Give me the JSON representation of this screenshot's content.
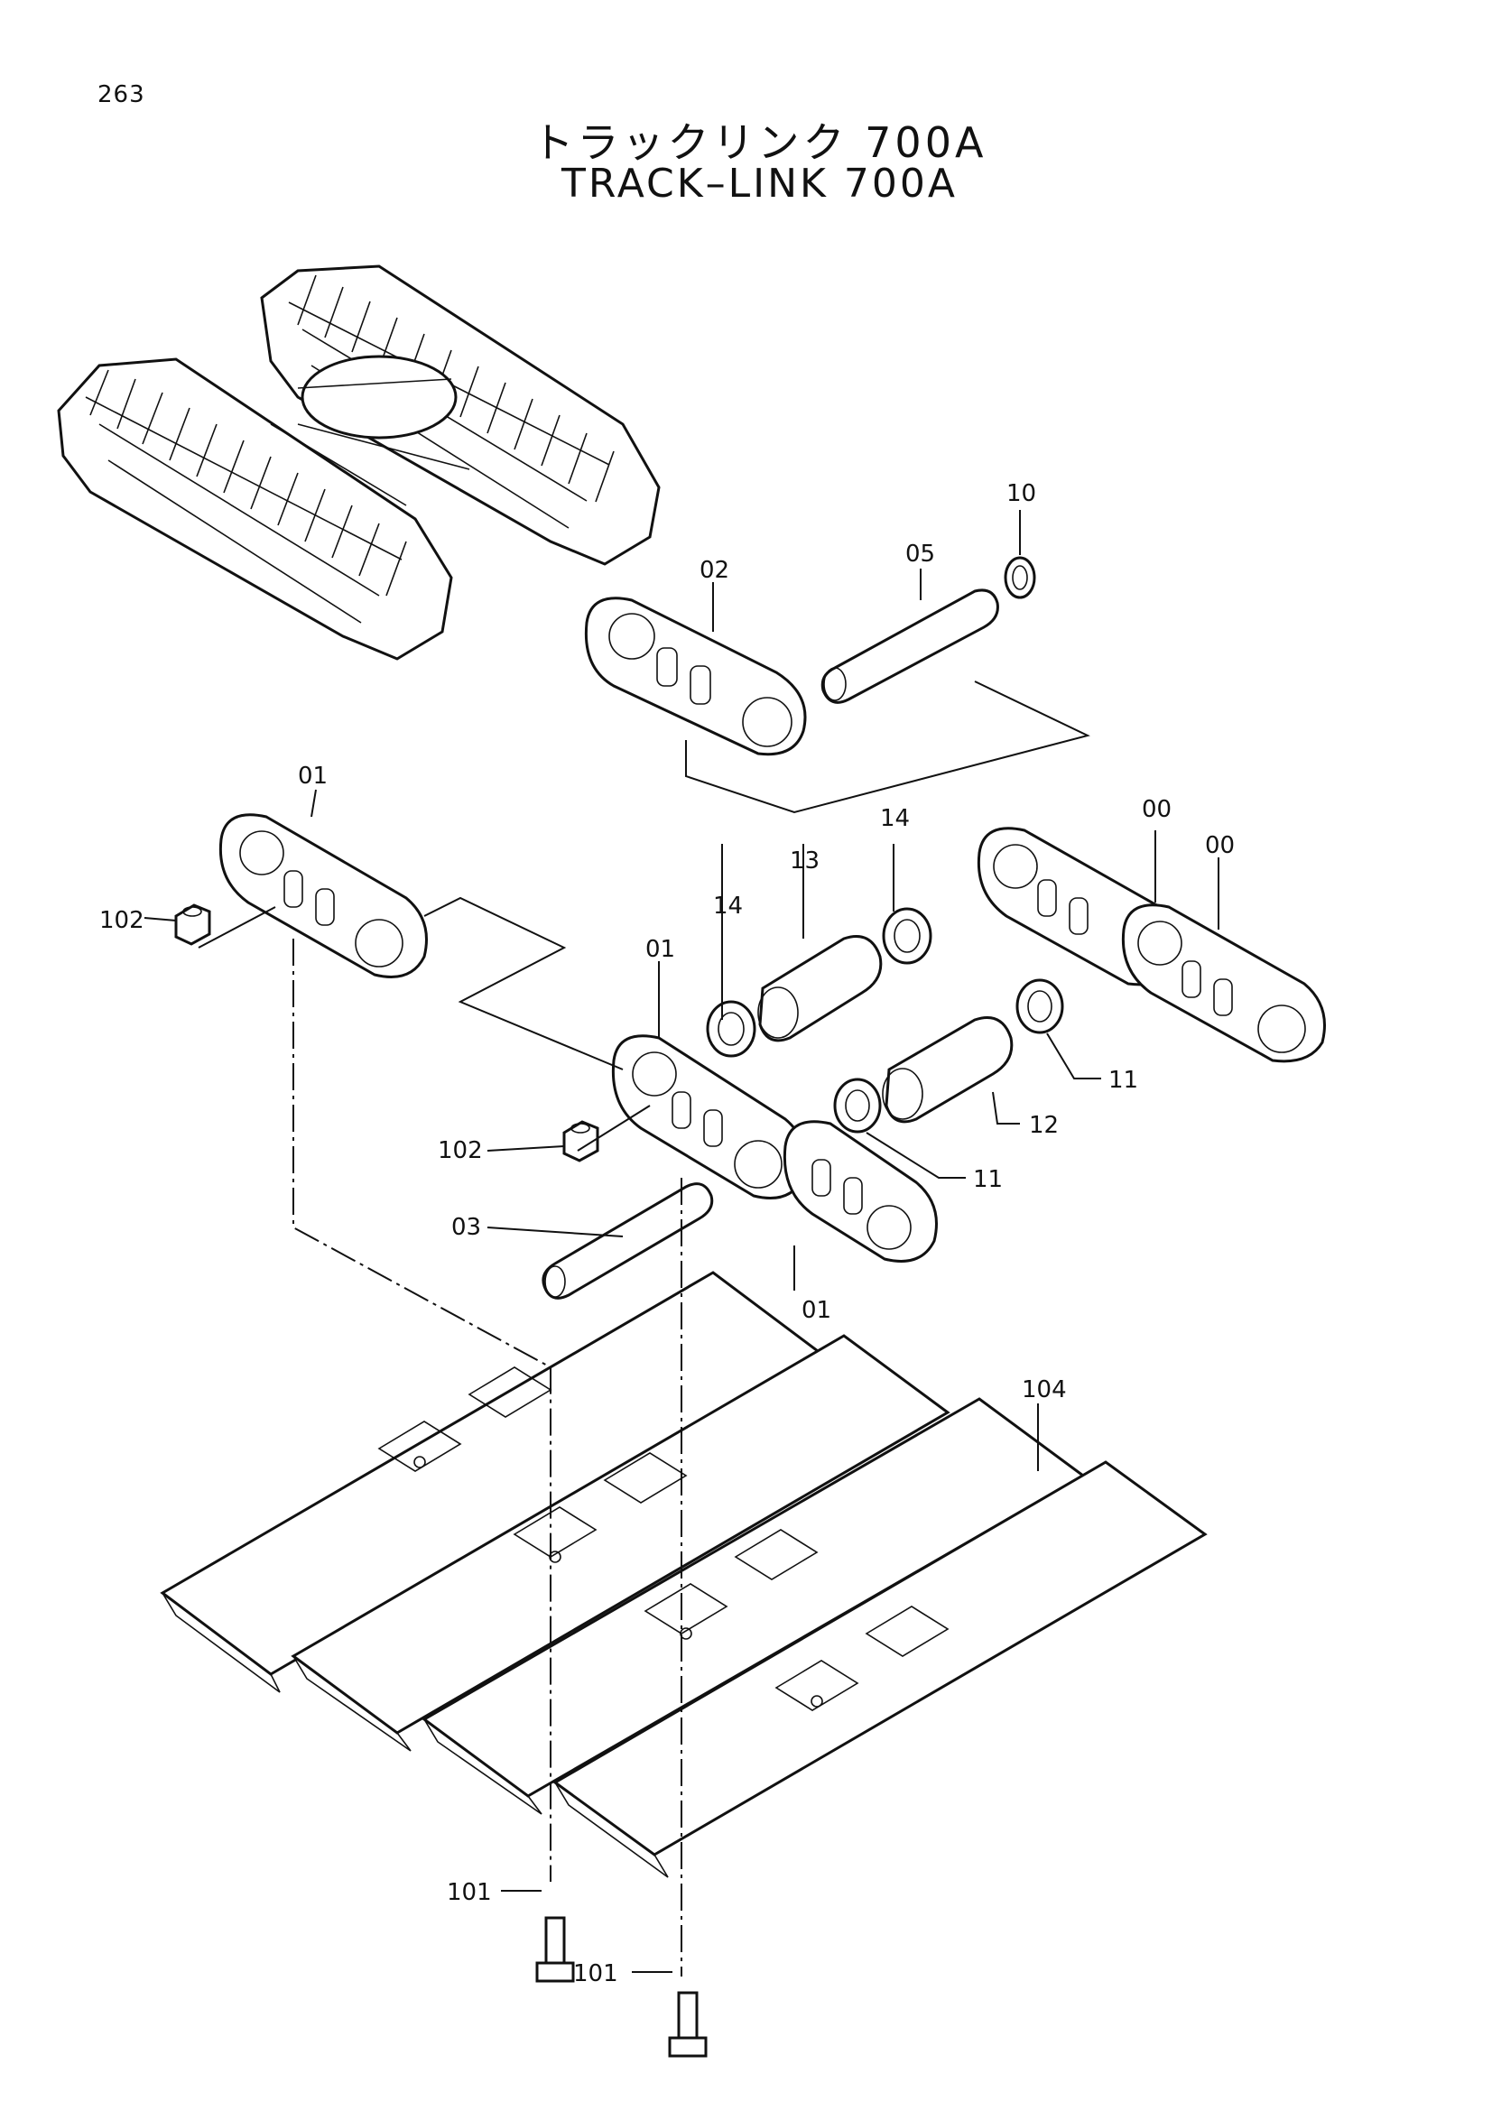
{
  "page_number": "263",
  "title_jp": "トラックリンク 700A",
  "title_en": "TRACK–LINK 700A",
  "callouts": {
    "c10": "10",
    "c05": "05",
    "c02": "02",
    "c01a": "01",
    "c14a": "14",
    "c13": "13",
    "c00a": "00",
    "c00b": "00",
    "c102a": "102",
    "c14b": "14",
    "c01b": "01",
    "c11a": "11",
    "c12": "12",
    "c102b": "102",
    "c11b": "11",
    "c03": "03",
    "c01c": "01",
    "c104": "104",
    "c101a": "101",
    "c101b": "101"
  }
}
